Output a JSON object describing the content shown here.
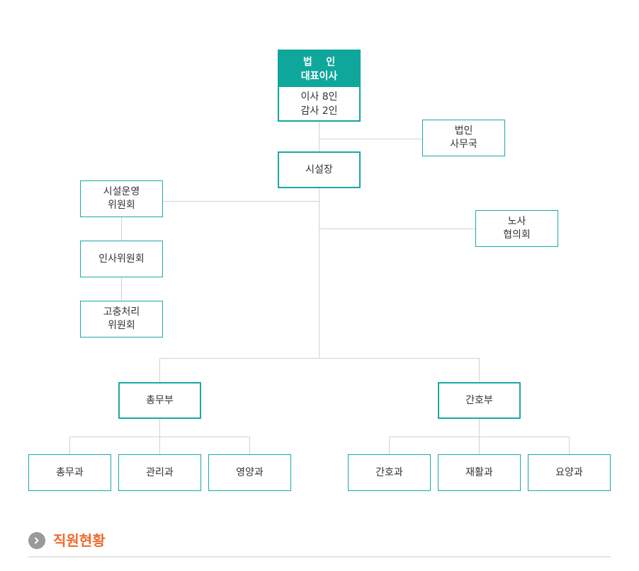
{
  "org_chart": {
    "board": {
      "title_line1": "법    인",
      "title_line2": "대표이사",
      "detail_line1": "이사 8인",
      "detail_line2": "감사 2인"
    },
    "corporate_office": {
      "line1": "법인",
      "line2": "사무국"
    },
    "director": {
      "label": "시설장"
    },
    "operations_committee": {
      "line1": "시설운영",
      "line2": "위원회"
    },
    "labor_council": {
      "line1": "노사",
      "line2": "협의회"
    },
    "personnel_committee": {
      "label": "인사위원회"
    },
    "grievance_committee": {
      "line1": "고충처리",
      "line2": "위원회"
    },
    "general_affairs_dept": {
      "label": "총무부"
    },
    "nursing_dept": {
      "label": "간호부"
    },
    "general_affairs_team": {
      "label": "총무과"
    },
    "management_team": {
      "label": "관리과"
    },
    "nutrition_team": {
      "label": "영양과"
    },
    "nursing_team": {
      "label": "간호과"
    },
    "rehab_team": {
      "label": "재활과"
    },
    "care_team": {
      "label": "요양과"
    }
  },
  "section": {
    "title": "직원현황",
    "bullet_icon": "chevron-right-icon"
  },
  "colors": {
    "accent": "#0fa79c",
    "node_border": "#1aa9a3",
    "connector": "#d2d2d2",
    "section_title": "#ee6b2e"
  }
}
